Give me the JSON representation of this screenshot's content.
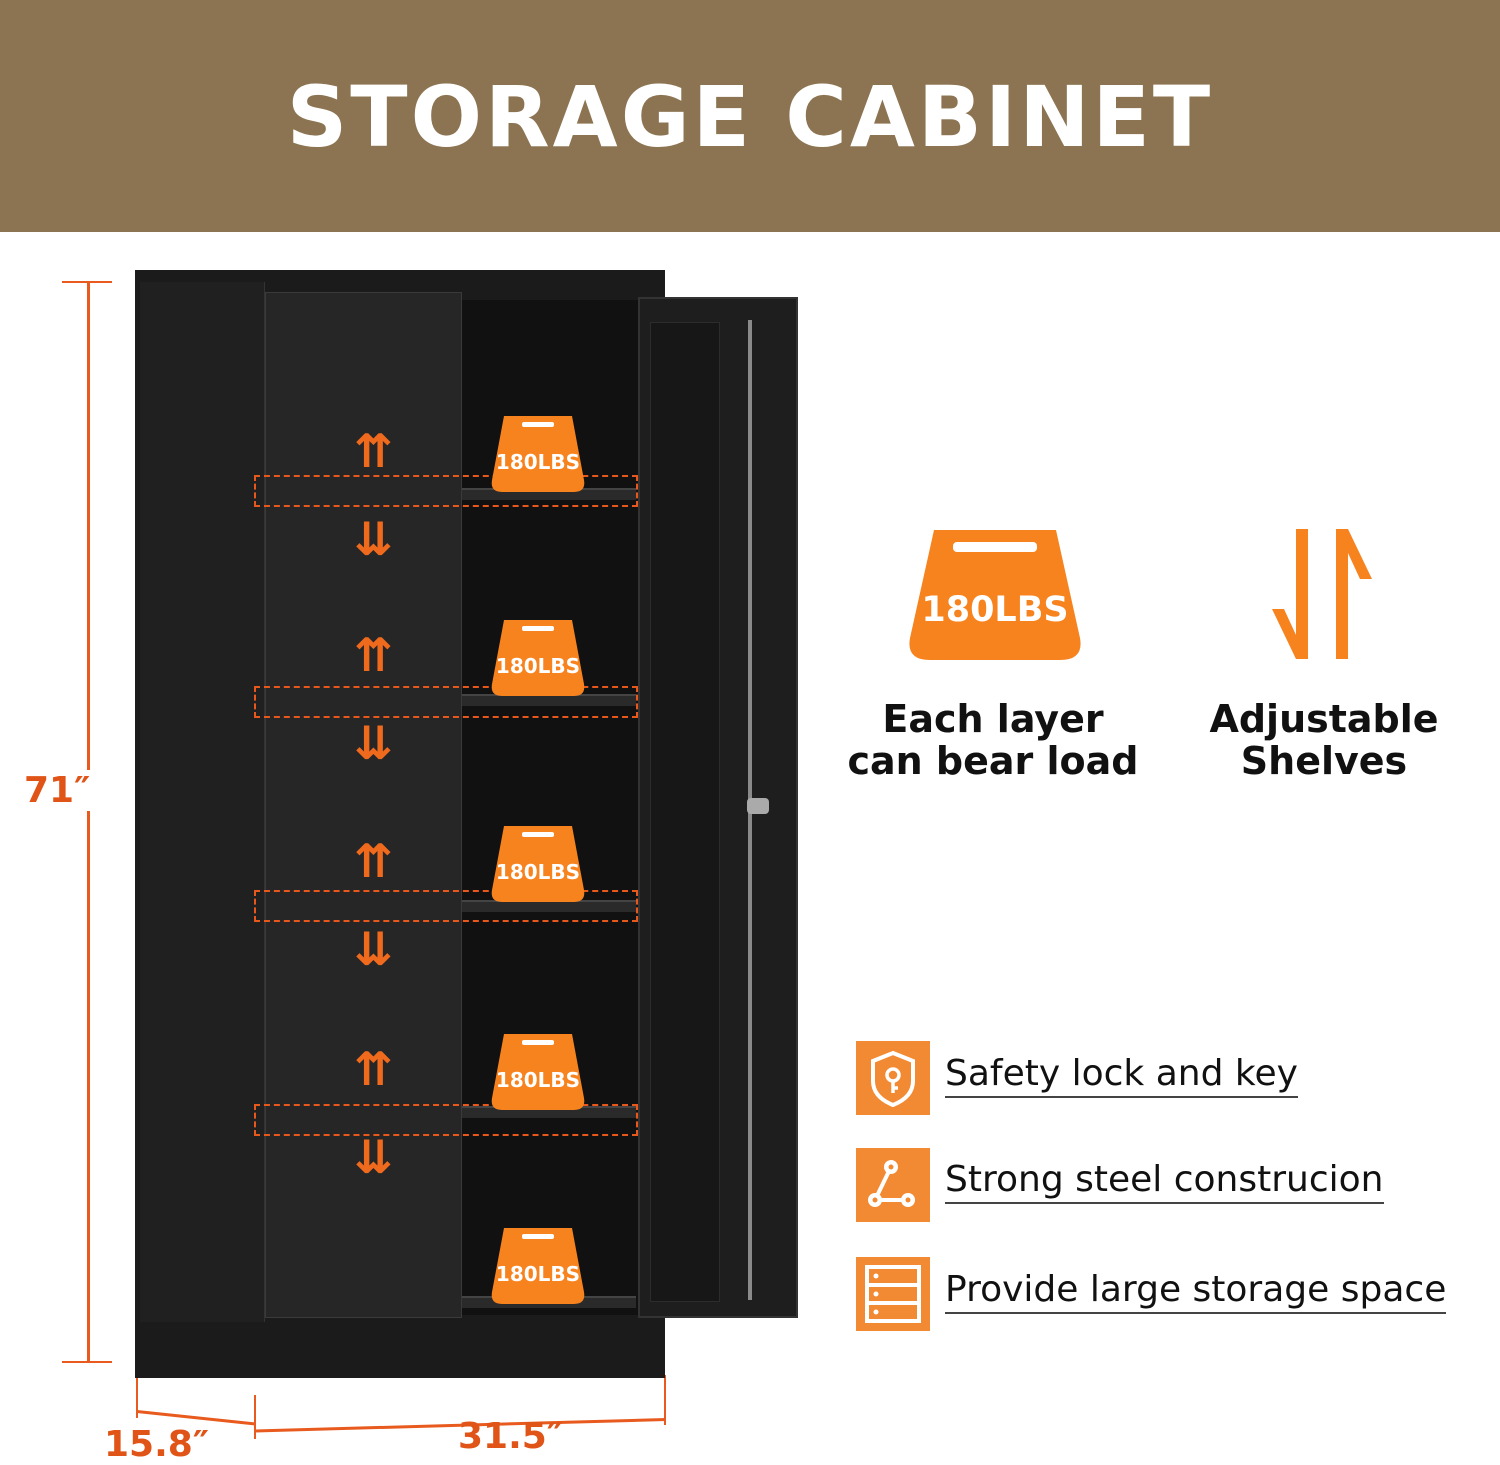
{
  "title": "STORAGE CABINET",
  "dimensions": {
    "height": "71″",
    "depth": "15.8″",
    "width": "31.5″"
  },
  "shelf_load_badges": [
    "180LBS",
    "180LBS",
    "180LBS",
    "180LBS",
    "180LBS"
  ],
  "features": {
    "load": {
      "badge": "180LBS",
      "line1": "Each layer",
      "line2": "can bear load"
    },
    "adjustable": {
      "line1": "Adjustable",
      "line2": "Shelves"
    }
  },
  "feature_list": [
    {
      "icon": "shield-key-icon",
      "label": "Safety lock and key"
    },
    {
      "icon": "connection-nodes-icon",
      "label": "Strong steel construcion"
    },
    {
      "icon": "storage-drawers-icon",
      "label": "Provide large storage space"
    }
  ],
  "colors": {
    "banner": "#8c7452",
    "accent": "#f28a33",
    "dimension": "#e85a1e"
  }
}
